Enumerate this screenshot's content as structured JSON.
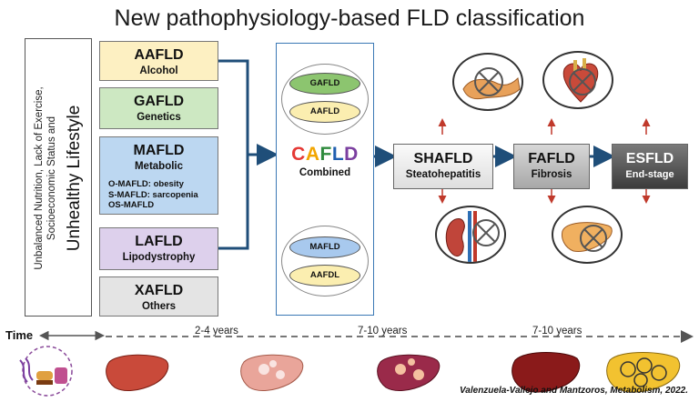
{
  "title": "New pathophysiology-based FLD classification",
  "lifestyle": {
    "small_line1": "Unbalanced Nutrition, Lack of Exercise,",
    "small_line2": "Socioeconomic Status and",
    "big": "Unhealthy Lifestyle"
  },
  "categories": [
    {
      "name": "AAFLD",
      "sub": "Alcohol",
      "color": "#fdf0c2"
    },
    {
      "name": "GAFLD",
      "sub": "Genetics",
      "color": "#cde8c2"
    },
    {
      "name": "MAFLD",
      "sub": "Metabolic",
      "color": "#bcd7f1",
      "subtypes": [
        "O-MAFLD: obesity",
        "S-MAFLD: sarcopenia",
        "OS-MAFLD"
      ]
    },
    {
      "name": "LAFLD",
      "sub": "Lipodystrophy",
      "color": "#ddd0ec"
    },
    {
      "name": "XAFLD",
      "sub": "Others",
      "color": "#e4e4e4"
    }
  ],
  "combined": {
    "top_pair": [
      "GAFLD",
      "AAFLD"
    ],
    "bottom_pair": [
      "MAFLD",
      "AAFDL"
    ],
    "letters": [
      "C",
      "A",
      "F",
      "L",
      "D"
    ],
    "letter_colors": [
      "#e53935",
      "#f2a500",
      "#2e8b3d",
      "#1f5fb0",
      "#7b3fa0"
    ],
    "label": "Combined"
  },
  "stages": [
    {
      "name": "SHAFLD",
      "sub": "Steatohepatitis"
    },
    {
      "name": "FAFLD",
      "sub": "Fibrosis"
    },
    {
      "name": "ESFLD",
      "sub": "End-stage"
    }
  ],
  "timeline": {
    "label": "Time",
    "periods": [
      "2-4 years",
      "7-10 years",
      "7-10 years"
    ]
  },
  "colors": {
    "arrow": "#1f4e79",
    "small_arrow": "#c0392b"
  },
  "citation": "Valenzuela-Vallejo and Mantzoros, Metabolism, 2022."
}
